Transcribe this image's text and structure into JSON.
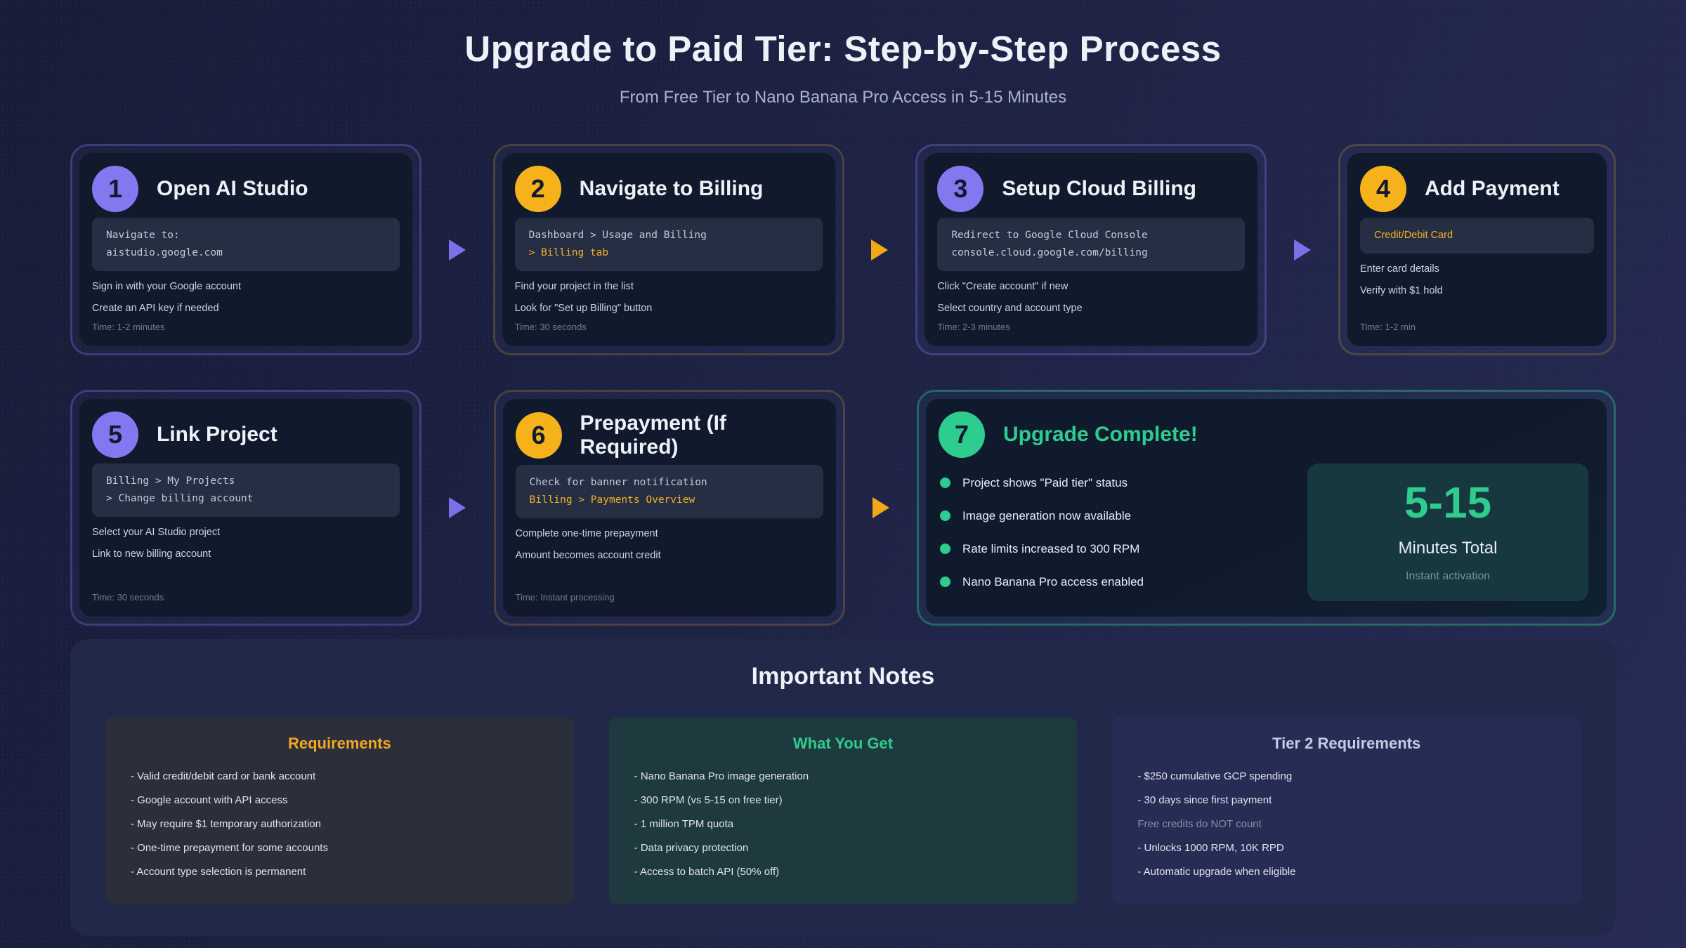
{
  "page": {
    "title": "Upgrade to Paid Tier: Step-by-Step Process",
    "subtitle": "From Free Tier to Nano Banana Pro Access in 5-15 Minutes"
  },
  "colors": {
    "purple": "#8478f0",
    "amber": "#f6b21b",
    "green": "#2ecc8f"
  },
  "steps": [
    {
      "number": "1",
      "accent": "purple",
      "title": "Open AI Studio",
      "code": [
        "Navigate to:",
        "aistudio.google.com"
      ],
      "details": [
        "Sign in with your Google account",
        "Create an API key if needed"
      ],
      "time": "Time: 1-2 minutes"
    },
    {
      "number": "2",
      "accent": "amber",
      "title": "Navigate to Billing",
      "code": [
        "Dashboard > Usage and Billing",
        "> Billing tab"
      ],
      "details": [
        "Find your project in the list",
        "Look for \"Set up Billing\" button"
      ],
      "time": "Time: 30 seconds"
    },
    {
      "number": "3",
      "accent": "purple",
      "title": "Setup Cloud Billing",
      "code": [
        "Redirect to Google Cloud Console",
        "console.cloud.google.com/billing"
      ],
      "details": [
        "Click \"Create account\" if new",
        "Select country and account type"
      ],
      "time": "Time: 2-3 minutes"
    },
    {
      "number": "4",
      "accent": "amber",
      "title": "Add Payment",
      "code": [
        "Credit/Debit Card"
      ],
      "details": [
        "Enter card details",
        "Verify with $1 hold"
      ],
      "time": "Time: 1-2 min"
    },
    {
      "number": "5",
      "accent": "purple",
      "title": "Link Project",
      "code": [
        "Billing > My Projects",
        "> Change billing account"
      ],
      "details": [
        "Select your AI Studio project",
        "Link to new billing account"
      ],
      "time": "Time: 30 seconds"
    },
    {
      "number": "6",
      "accent": "amber",
      "title": "Prepayment (If Required)",
      "code": [
        "Check for banner notification",
        "Billing > Payments Overview"
      ],
      "details": [
        "Complete one-time prepayment",
        "Amount becomes account credit"
      ],
      "time": "Time: Instant processing"
    }
  ],
  "complete": {
    "number": "7",
    "accent": "green",
    "title": "Upgrade Complete!",
    "checks": [
      "Project shows \"Paid tier\" status",
      "Image generation now available",
      "Rate limits increased to 300 RPM",
      "Nano Banana Pro access enabled"
    ],
    "total": {
      "big": "5-15",
      "label": "Minutes Total",
      "sub": "Instant activation"
    }
  },
  "notes": {
    "title": "Important Notes",
    "cards": [
      {
        "heading": "Requirements",
        "items": [
          "- Valid credit/debit card or bank account",
          "- Google account with API access",
          "- May require $1 temporary authorization",
          "- One-time prepayment for some accounts",
          "- Account type selection is permanent"
        ]
      },
      {
        "heading": "What You Get",
        "items": [
          "- Nano Banana Pro image generation",
          "- 300 RPM (vs 5-15 on free tier)",
          "- 1 million TPM quota",
          "- Data privacy protection",
          "- Access to batch API (50% off)"
        ]
      },
      {
        "heading": "Tier 2 Requirements",
        "items": [
          "- $250 cumulative GCP spending",
          "- 30 days since first payment",
          "Free credits do NOT count",
          "- Unlocks 1000 RPM, 10K RPD",
          "- Automatic upgrade when eligible"
        ]
      }
    ]
  }
}
